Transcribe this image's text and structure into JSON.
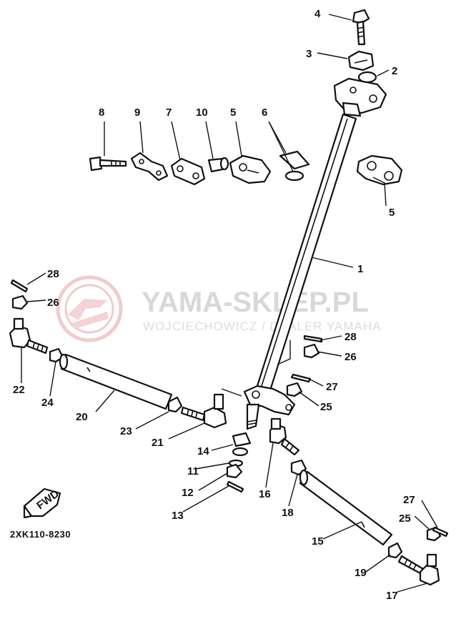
{
  "diagram": {
    "code": "2XK110-8230",
    "fwd_label": "FWD",
    "callouts": [
      {
        "id": "c1",
        "label": "1"
      },
      {
        "id": "c2",
        "label": "2"
      },
      {
        "id": "c3",
        "label": "3"
      },
      {
        "id": "c4",
        "label": "4"
      },
      {
        "id": "c5a",
        "label": "5"
      },
      {
        "id": "c5b",
        "label": "5"
      },
      {
        "id": "c6",
        "label": "6"
      },
      {
        "id": "c7",
        "label": "7"
      },
      {
        "id": "c8",
        "label": "8"
      },
      {
        "id": "c9",
        "label": "9"
      },
      {
        "id": "c10",
        "label": "10"
      },
      {
        "id": "c11",
        "label": "11"
      },
      {
        "id": "c12",
        "label": "12"
      },
      {
        "id": "c13",
        "label": "13"
      },
      {
        "id": "c14",
        "label": "14"
      },
      {
        "id": "c15",
        "label": "15"
      },
      {
        "id": "c16",
        "label": "16"
      },
      {
        "id": "c17",
        "label": "17"
      },
      {
        "id": "c18",
        "label": "18"
      },
      {
        "id": "c19",
        "label": "19"
      },
      {
        "id": "c20",
        "label": "20"
      },
      {
        "id": "c21",
        "label": "21"
      },
      {
        "id": "c22",
        "label": "22"
      },
      {
        "id": "c23",
        "label": "23"
      },
      {
        "id": "c24",
        "label": "24"
      },
      {
        "id": "c25a",
        "label": "25"
      },
      {
        "id": "c25b",
        "label": "25"
      },
      {
        "id": "c26a",
        "label": "26"
      },
      {
        "id": "c26b",
        "label": "26"
      },
      {
        "id": "c27a",
        "label": "27"
      },
      {
        "id": "c27b",
        "label": "27"
      },
      {
        "id": "c28a",
        "label": "28"
      },
      {
        "id": "c28b",
        "label": "28"
      }
    ]
  },
  "watermark": {
    "title": "YAMA-SKLEP.PL",
    "subtitle": "WOJCIECHOWICZ / DEALER YAMAHA",
    "color": "#e8a0a0"
  }
}
